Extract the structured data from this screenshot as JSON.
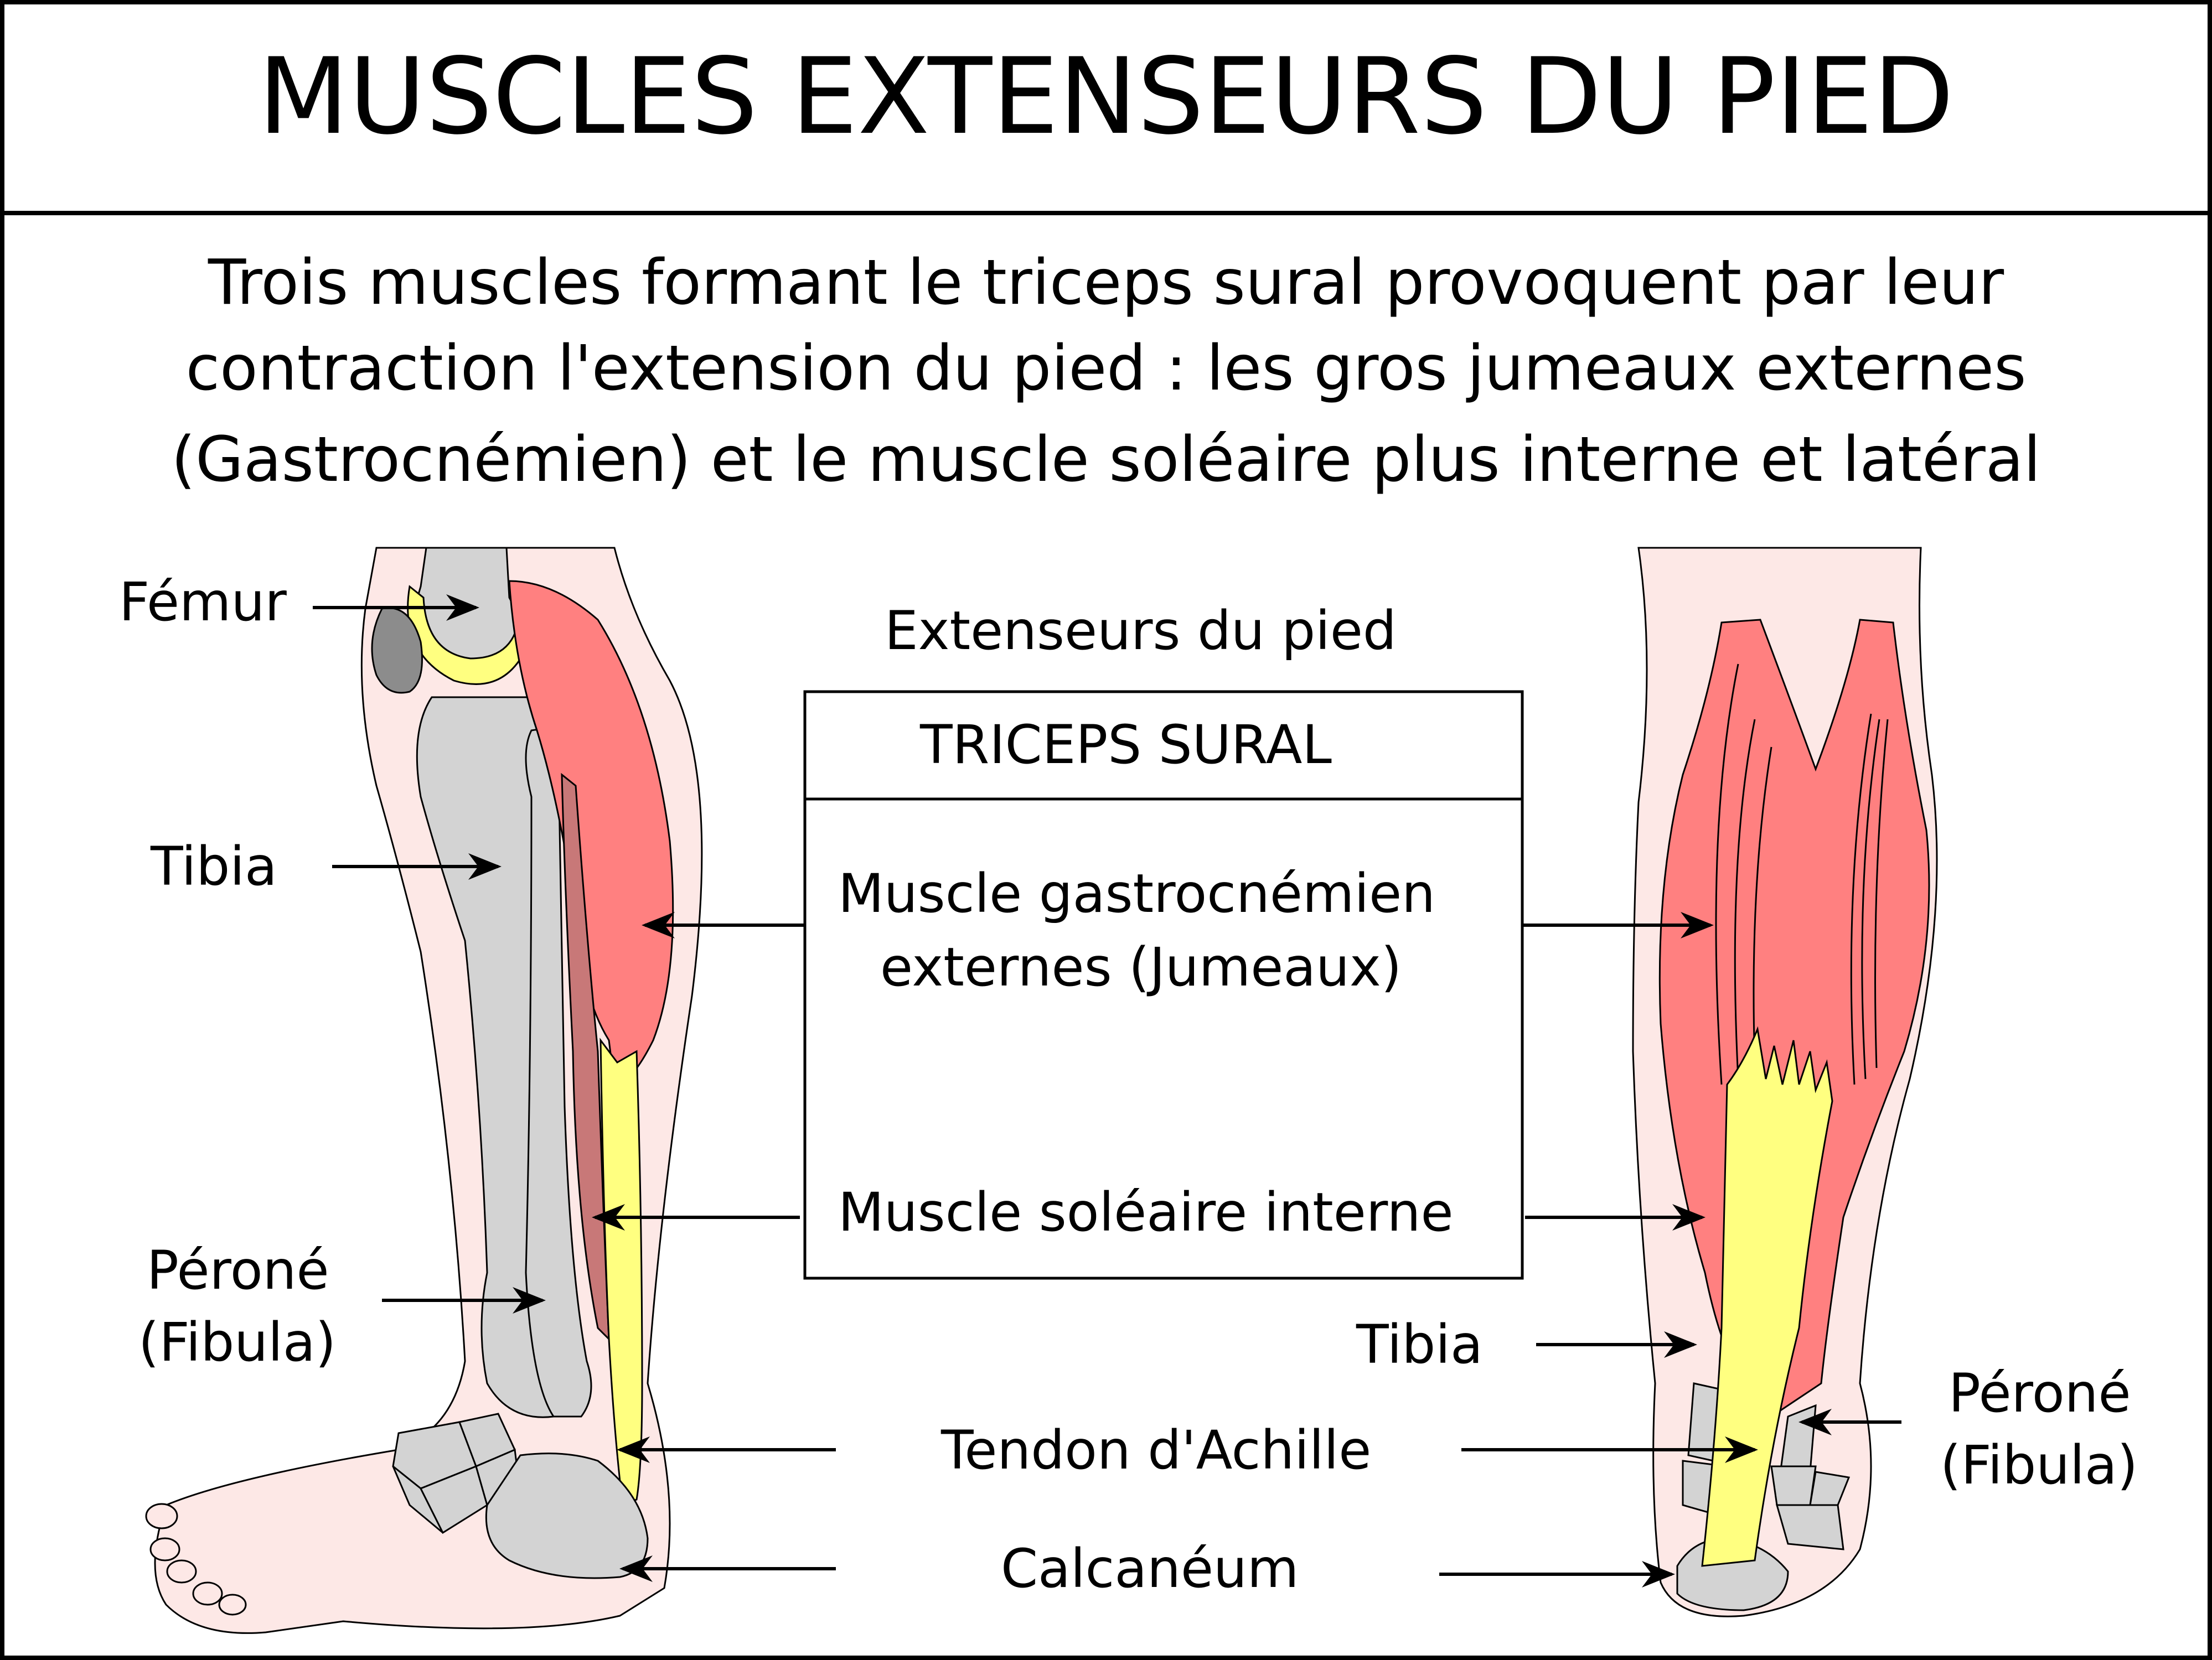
{
  "title": "MUSCLES EXTENSEURS DU PIED",
  "intro_lines": [
    "Trois muscles formant le triceps sural provoquent par leur",
    "contraction l'extension du pied : les gros jumeaux externes",
    "(Gastrocnémien) et le muscle soléaire plus interne et latéral"
  ],
  "labels": {
    "femur": "Fémur",
    "tibia_left": "Tibia",
    "perone_left_1": "Péroné",
    "perone_left_2": "(Fibula)",
    "extenseurs": "Extenseurs du pied",
    "gastro_1": "Muscle gastrocnémien",
    "gastro_2": "externes (Jumeaux)",
    "soleaire": "Muscle soléaire interne",
    "tibia_right": "Tibia",
    "perone_right_1": "Péroné",
    "perone_right_2": "(Fibula)",
    "achille": "Tendon d'Achille",
    "calcaneum": "Calcanéum"
  },
  "box": {
    "title": "TRICEPS SURAL"
  },
  "colors": {
    "skin": "#fde8e6",
    "bone": "#d3d3d3",
    "patella": "#8c8c8c",
    "muscle": "#ff8080",
    "muscle_dark": "#c87878",
    "tendon": "#ffff80",
    "outline": "#000000"
  }
}
